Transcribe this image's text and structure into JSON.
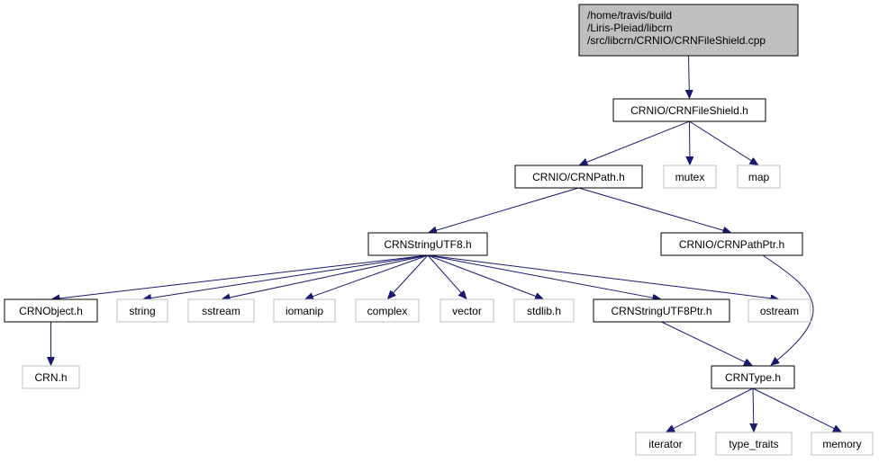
{
  "colors": {
    "edge": "#191970",
    "root_fill": "#bfbfbf",
    "root_stroke": "#000000",
    "local_stroke": "#000000",
    "external_stroke": "#bfbfbf",
    "node_fill": "#ffffff"
  },
  "nodes": [
    {
      "id": "root",
      "kind": "root",
      "lines": [
        "/home/travis/build",
        "/Liris-Pleiad/libcrn",
        "/src/libcrn/CRNIO/CRNFileShield.cpp"
      ]
    },
    {
      "id": "fileshield_h",
      "kind": "local",
      "lines": [
        "CRNIO/CRNFileShield.h"
      ]
    },
    {
      "id": "path_h",
      "kind": "local",
      "lines": [
        "CRNIO/CRNPath.h"
      ]
    },
    {
      "id": "mutex",
      "kind": "external",
      "lines": [
        "mutex"
      ]
    },
    {
      "id": "map",
      "kind": "external",
      "lines": [
        "map"
      ]
    },
    {
      "id": "stringutf8_h",
      "kind": "local",
      "lines": [
        "CRNStringUTF8.h"
      ]
    },
    {
      "id": "pathptr_h",
      "kind": "local",
      "lines": [
        "CRNIO/CRNPathPtr.h"
      ]
    },
    {
      "id": "object_h",
      "kind": "local",
      "lines": [
        "CRNObject.h"
      ]
    },
    {
      "id": "string",
      "kind": "external",
      "lines": [
        "string"
      ]
    },
    {
      "id": "sstream",
      "kind": "external",
      "lines": [
        "sstream"
      ]
    },
    {
      "id": "iomanip",
      "kind": "external",
      "lines": [
        "iomanip"
      ]
    },
    {
      "id": "complex",
      "kind": "external",
      "lines": [
        "complex"
      ]
    },
    {
      "id": "vector",
      "kind": "external",
      "lines": [
        "vector"
      ]
    },
    {
      "id": "stdlib_h",
      "kind": "external",
      "lines": [
        "stdlib.h"
      ]
    },
    {
      "id": "stringutf8ptr_h",
      "kind": "local",
      "lines": [
        "CRNStringUTF8Ptr.h"
      ]
    },
    {
      "id": "ostream",
      "kind": "external",
      "lines": [
        "ostream"
      ]
    },
    {
      "id": "crn_h",
      "kind": "external",
      "lines": [
        "CRN.h"
      ]
    },
    {
      "id": "type_h",
      "kind": "local",
      "lines": [
        "CRNType.h"
      ]
    },
    {
      "id": "iterator",
      "kind": "external",
      "lines": [
        "iterator"
      ]
    },
    {
      "id": "type_traits",
      "kind": "external",
      "lines": [
        "type_traits"
      ]
    },
    {
      "id": "memory",
      "kind": "external",
      "lines": [
        "memory"
      ]
    }
  ],
  "edges": [
    {
      "from": "root",
      "to": "fileshield_h"
    },
    {
      "from": "fileshield_h",
      "to": "path_h"
    },
    {
      "from": "fileshield_h",
      "to": "mutex"
    },
    {
      "from": "fileshield_h",
      "to": "map"
    },
    {
      "from": "path_h",
      "to": "stringutf8_h"
    },
    {
      "from": "path_h",
      "to": "pathptr_h"
    },
    {
      "from": "stringutf8_h",
      "to": "object_h"
    },
    {
      "from": "stringutf8_h",
      "to": "string"
    },
    {
      "from": "stringutf8_h",
      "to": "sstream"
    },
    {
      "from": "stringutf8_h",
      "to": "iomanip"
    },
    {
      "from": "stringutf8_h",
      "to": "complex"
    },
    {
      "from": "stringutf8_h",
      "to": "vector"
    },
    {
      "from": "stringutf8_h",
      "to": "stdlib_h"
    },
    {
      "from": "stringutf8_h",
      "to": "stringutf8ptr_h"
    },
    {
      "from": "stringutf8_h",
      "to": "ostream"
    },
    {
      "from": "object_h",
      "to": "crn_h"
    },
    {
      "from": "stringutf8ptr_h",
      "to": "type_h"
    },
    {
      "from": "pathptr_h",
      "to": "type_h"
    },
    {
      "from": "type_h",
      "to": "iterator"
    },
    {
      "from": "type_h",
      "to": "type_traits"
    },
    {
      "from": "type_h",
      "to": "memory"
    }
  ]
}
